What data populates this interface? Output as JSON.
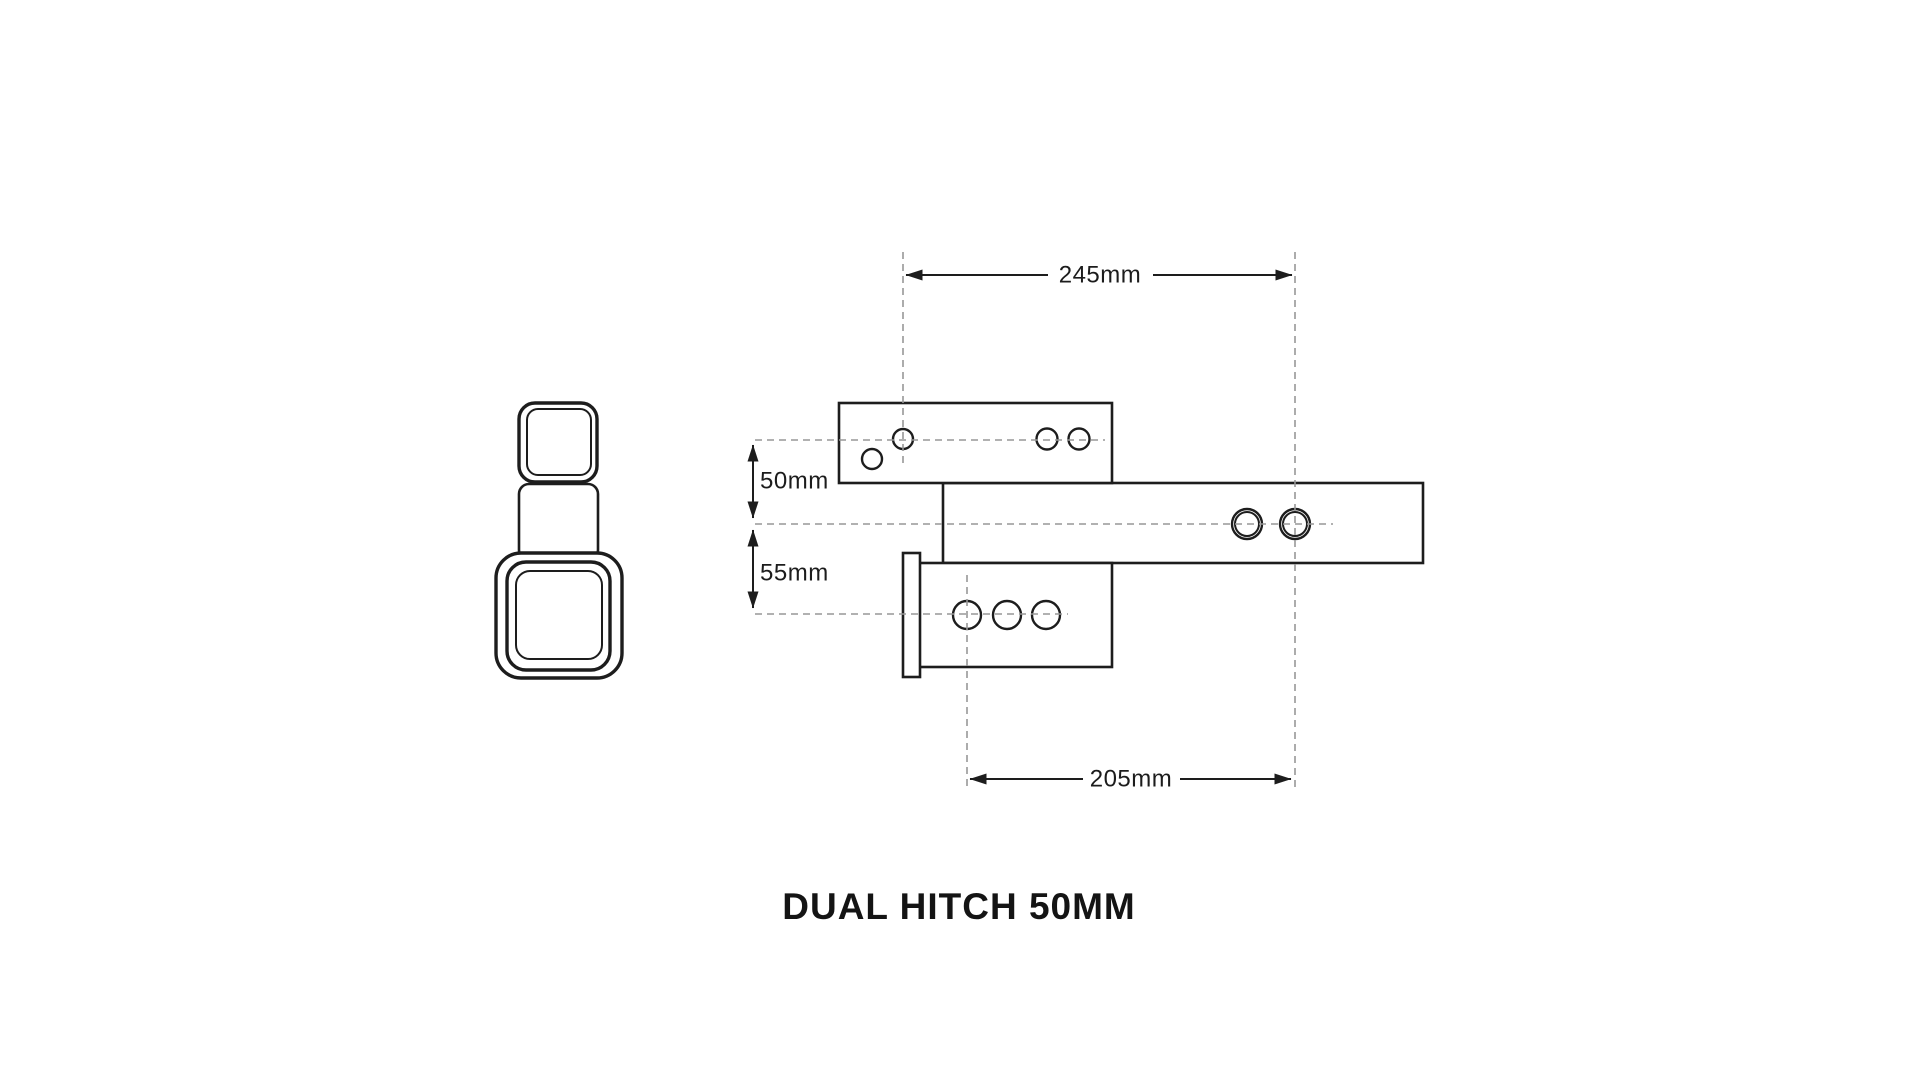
{
  "title": "DUAL HITCH 50MM",
  "dimensions": {
    "top_width": "245mm",
    "upper_height": "50mm",
    "lower_height": "55mm",
    "bottom_width": "205mm"
  },
  "colors": {
    "line": "#1d1d1d",
    "dashed_line": "#979797",
    "background": "#ffffff",
    "text": "#1c1c1c"
  }
}
